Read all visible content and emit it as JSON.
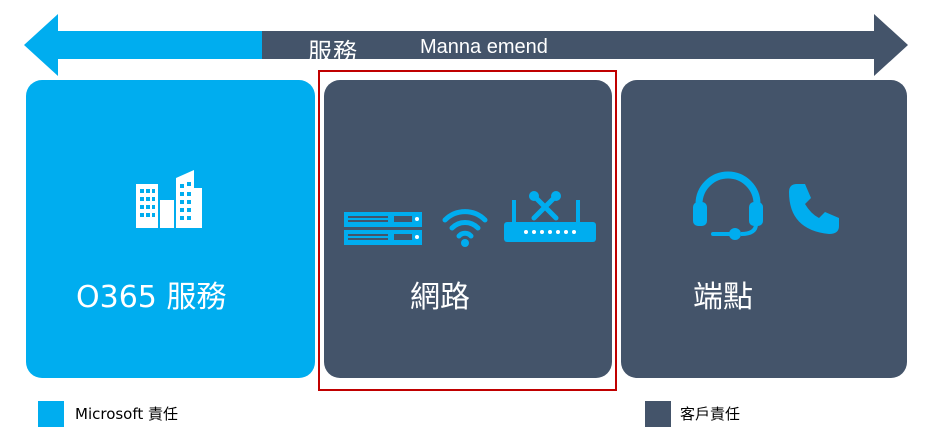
{
  "banner": {
    "label_cn": "服務",
    "label_en": "Manna emend"
  },
  "cards": {
    "o365": {
      "title": "O365 服務"
    },
    "network": {
      "title": "網路"
    },
    "endpoint": {
      "title": "端點"
    }
  },
  "legend": {
    "microsoft": {
      "label": "Microsoft 責任",
      "color": "#00adef"
    },
    "customer": {
      "label": "客戶責任",
      "color": "#44546a"
    }
  },
  "colors": {
    "accent": "#00adef",
    "dark": "#44546a",
    "highlight": "#c00000"
  }
}
